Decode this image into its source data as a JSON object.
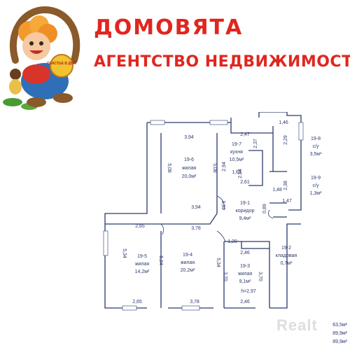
{
  "brand": {
    "title": "ДОМОВЯТА",
    "subtitle": "АГЕНТСТВО НЕДВИЖИМОСТИ",
    "logo_badge": "СЧАСТЬЕ В ДОМ",
    "color": "#e0261f"
  },
  "rooms": [
    {
      "id": "19-6",
      "name": "жилая",
      "area": "20,0м²"
    },
    {
      "id": "19-7",
      "name": "кухня",
      "area": "10,5м²"
    },
    {
      "id": "19-8",
      "name": "с/у",
      "area": "3,5м²"
    },
    {
      "id": "19-9",
      "name": "с/у",
      "area": "1,3м²"
    },
    {
      "id": "19-1",
      "name": "коридор",
      "area": "9,4м²"
    },
    {
      "id": "19-5",
      "name": "жилая",
      "area": "14,2м²"
    },
    {
      "id": "19-4",
      "name": "жилая",
      "area": "20,2м²"
    },
    {
      "id": "19-3",
      "name": "жилая",
      "area": "9,1м²"
    },
    {
      "id": "19-2",
      "name": "кладовая",
      "area": "0,7м²"
    }
  ],
  "dims": {
    "d394_top": "3,94",
    "d247": "2,47",
    "d146": "1,46",
    "d508_left": "5,08",
    "d508_mid": "5,08",
    "d237": "2,37",
    "d294": "2,94",
    "d169": "1,69",
    "d261": "2,61",
    "d229": "2,29",
    "d238": "2,38",
    "d148": "1,48",
    "d147": "1,47",
    "d089": "0,89",
    "d393": "3,93",
    "d394_bottom": "3,94",
    "d265_top": "2,65",
    "d378_top": "3,78",
    "d534_left": "5,34",
    "d534_mid": "5,34",
    "d534_right": "5,34",
    "d120": "1,20",
    "d246_top": "2,46",
    "d370_a": "3,70",
    "d370_b": "3,70",
    "height": "h=2,97",
    "d265_bottom": "2,65",
    "d378_bottom": "3,78",
    "d246_bottom": "2,46"
  },
  "totals": {
    "line1": "63,5м²",
    "line2": "89,9м²",
    "line3": "89,9м²"
  },
  "watermark": "Realt"
}
